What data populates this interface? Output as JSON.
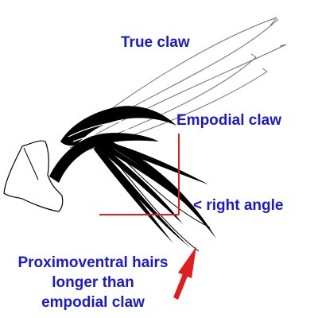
{
  "labels": {
    "true_claw": "True claw",
    "empodial_claw": "Empodial claw",
    "right_angle": "< right angle",
    "hairs": [
      "Proximoventral hairs",
      "longer than",
      "empodial claw"
    ]
  },
  "colors": {
    "label_text": "#1a1acc",
    "angle_lines": "#e21d1d",
    "arrow": "#e21d1d",
    "claw_fill": "#000000",
    "outline": "#000000",
    "hair_stroke": "#6e6e6e"
  },
  "icons": {
    "arrow": "red-arrow-icon"
  }
}
